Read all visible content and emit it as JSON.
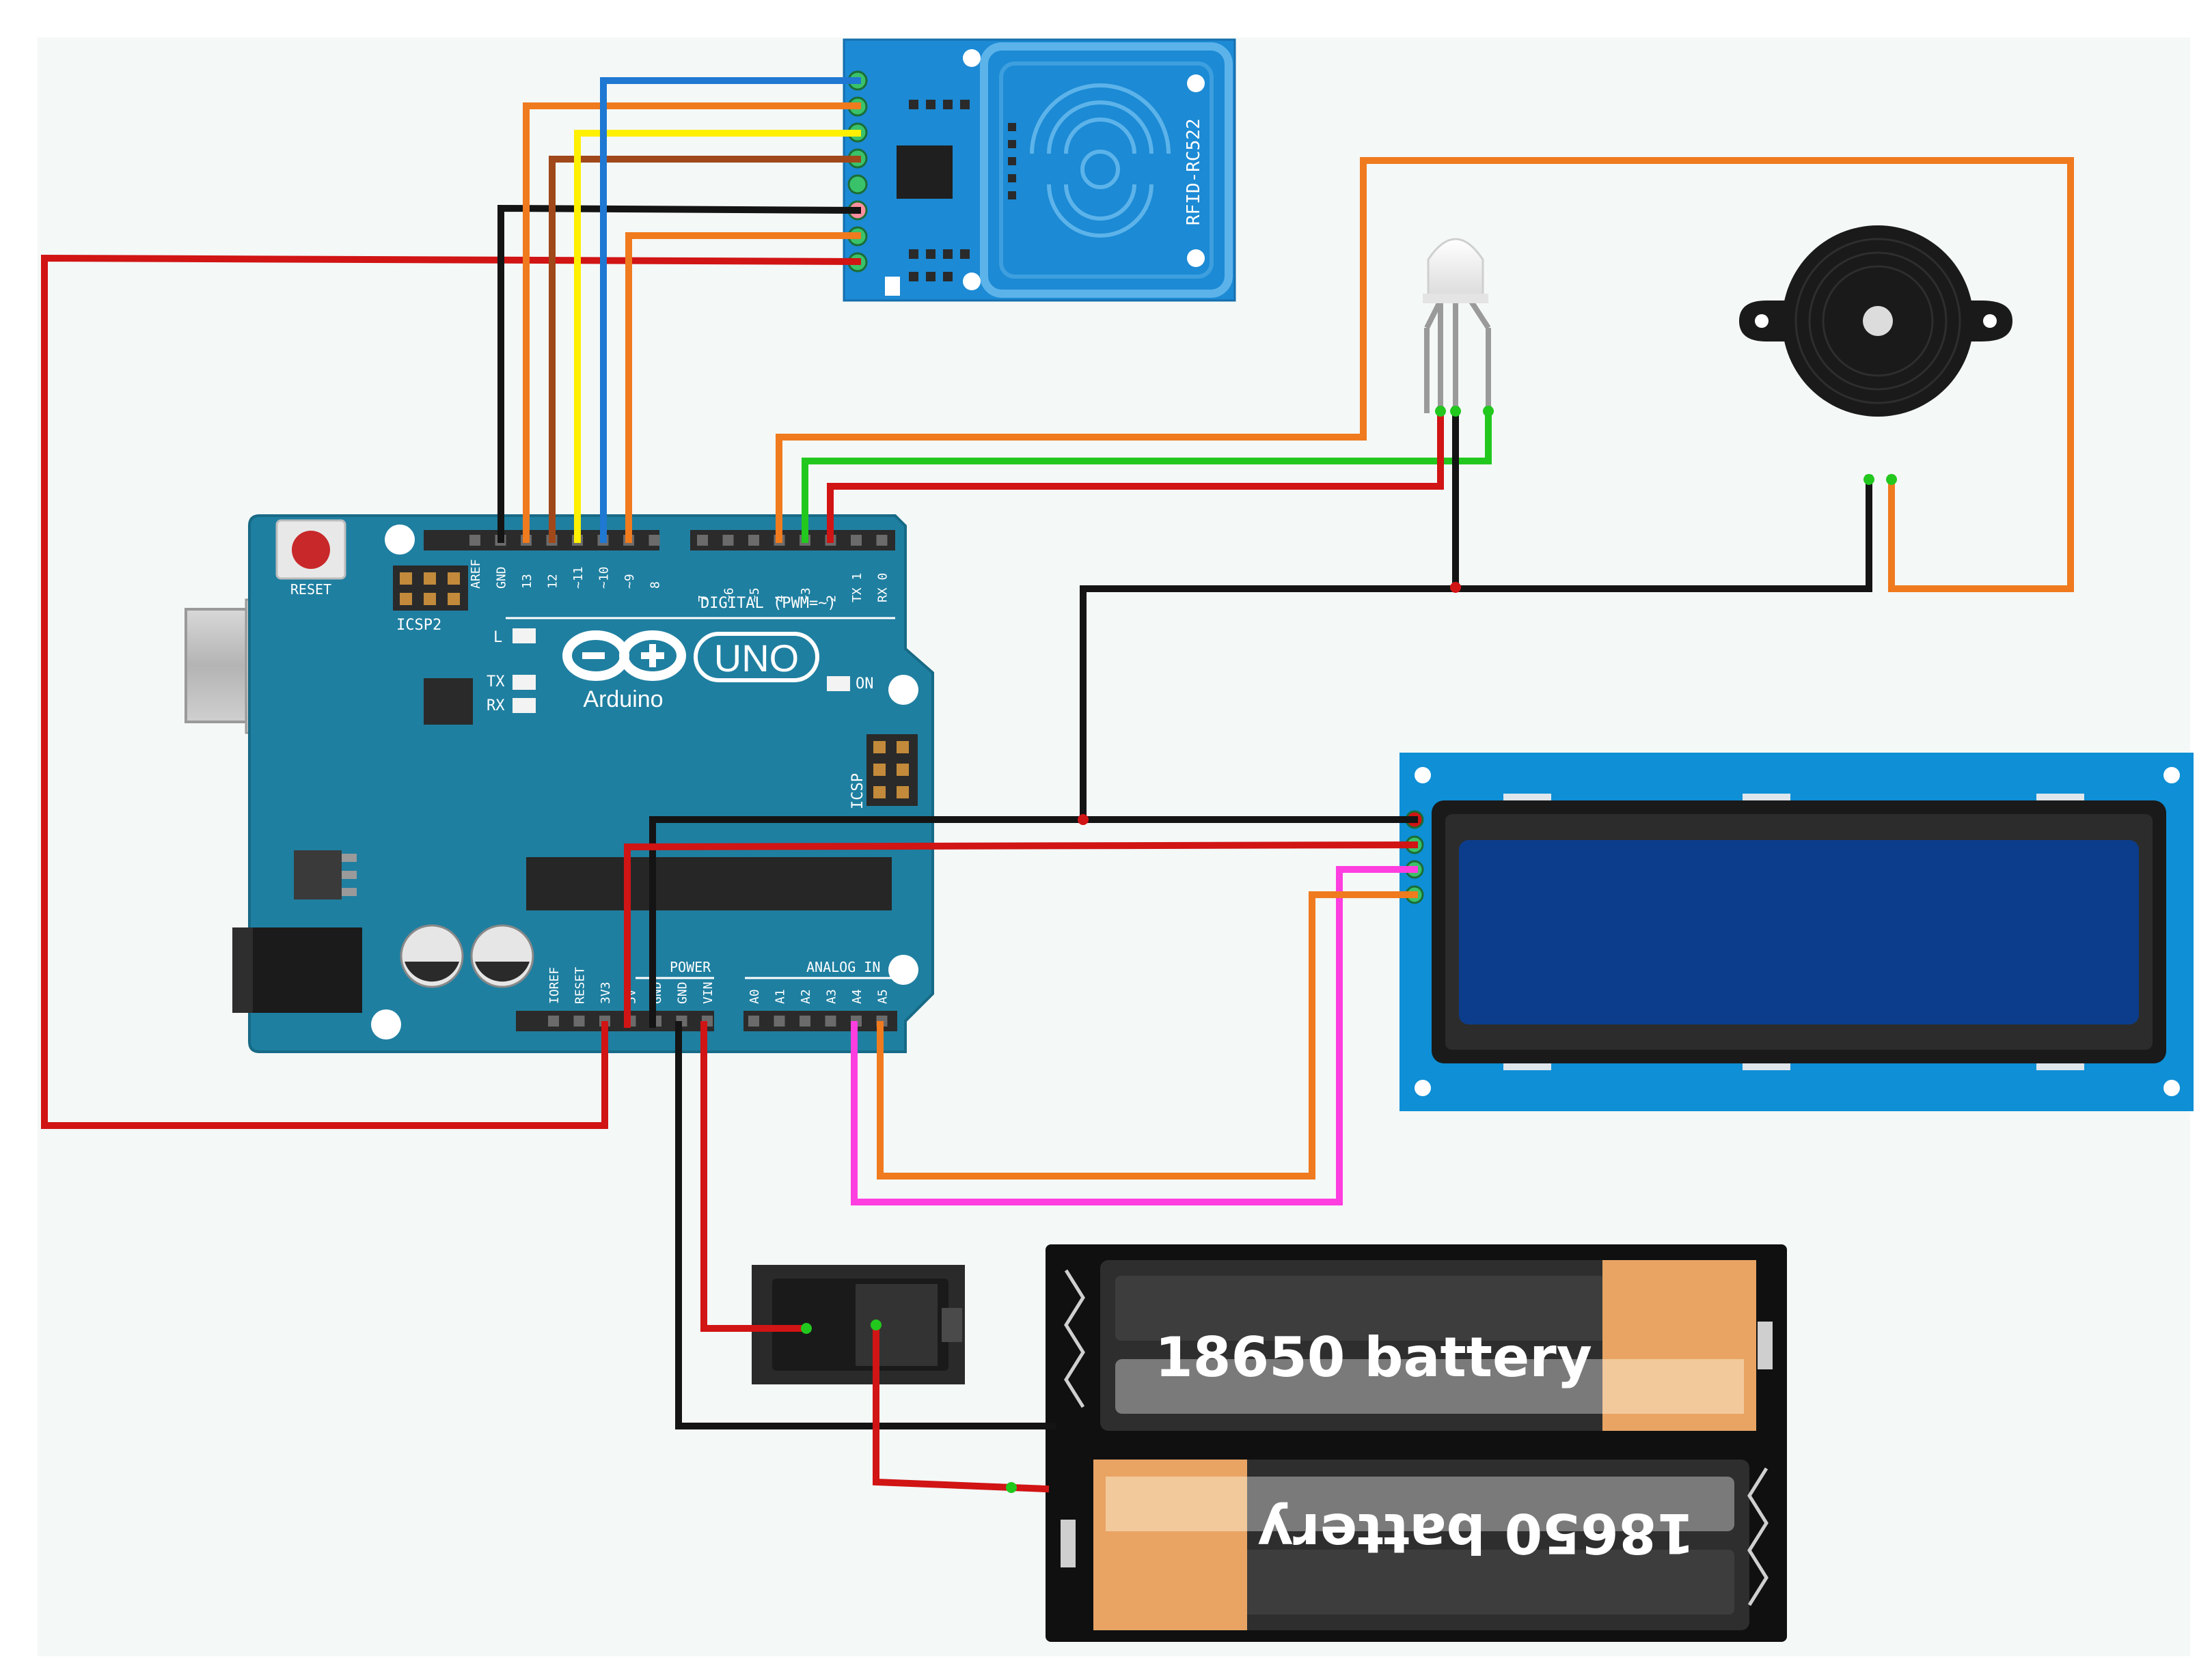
{
  "arduino": {
    "logo": "Arduino",
    "model": "UNO",
    "reset_label": "RESET",
    "icsp2_label": "ICSP2",
    "icsp_label": "ICSP",
    "digital_label": "DIGITAL (PWM=~)",
    "power_label": "POWER",
    "analog_label": "ANALOG IN",
    "on_label": "ON",
    "led_l": "L",
    "led_tx": "TX",
    "led_rx": "RX",
    "top_pins_left": [
      "AREF",
      "GND",
      "13",
      "12",
      "~11",
      "~10",
      "~9",
      "8"
    ],
    "top_pins_right": [
      "7",
      "~6",
      "~5",
      "4",
      "~3",
      "2",
      "TX 1",
      "RX 0"
    ],
    "power_pins": [
      "IOREF",
      "RESET",
      "3V3",
      "5V",
      "GND",
      "GND",
      "VIN"
    ],
    "analog_pins": [
      "A0",
      "A1",
      "A2",
      "A3",
      "A4",
      "A5"
    ]
  },
  "rfid": {
    "label": "RFID-RC522"
  },
  "battery": {
    "top_label": "18650 battery",
    "bottom_label": "18650 battery"
  },
  "colors": {
    "board": "#1f7fa0",
    "rfid_board": "#1c8ad4",
    "lcd_frame": "#0e8fd6",
    "lcd_screen": "#0c3d8c",
    "wire_red": "#d11414",
    "wire_black": "#141414",
    "wire_orange": "#f07a1e",
    "wire_yellow": "#ffef00",
    "wire_blue": "#1f78d2",
    "wire_brown": "#a0481a",
    "wire_green": "#22c81e",
    "wire_pink": "#ff3ee0",
    "battery_orange": "#e9a464"
  }
}
